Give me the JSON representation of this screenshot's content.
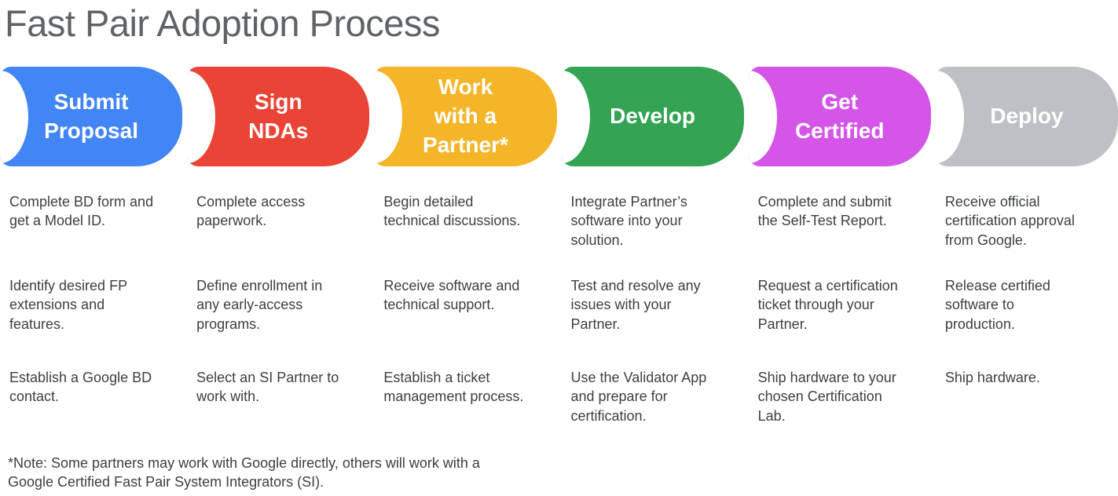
{
  "page": {
    "title": "Fast Pair Adoption Process",
    "note": "*Note: Some partners may work with Google directly, others will work with a\nGoogle Certified Fast Pair System Integrators (SI).",
    "colors": {
      "title_text": "#5F6368",
      "body_text": "#3C4043",
      "background": "#FFFFFF"
    }
  },
  "steps": [
    {
      "label": "Submit\nProposal",
      "color": "#4285F4",
      "details": [
        "Complete BD form and\nget a Model ID.",
        "Identify desired FP\nextensions and\nfeatures.",
        "Establish a Google BD\ncontact."
      ]
    },
    {
      "label": "Sign\nNDAs",
      "color": "#E94435",
      "details": [
        "Complete access\npaperwork.",
        "Define enrollment in\nany early-access\nprograms.",
        "Select an SI Partner to\nwork with."
      ]
    },
    {
      "label": "Work\nwith a\nPartner*",
      "color": "#F4B528",
      "details": [
        "Begin detailed\ntechnical discussions.",
        "Receive software and\ntechnical support.",
        "Establish a ticket\nmanagement process."
      ]
    },
    {
      "label": "Develop",
      "color": "#34A353",
      "details": [
        "Integrate Partner’s\nsoftware into your\nsolution.",
        "Test and resolve any\nissues with your\nPartner.",
        "Use the Validator App\nand prepare for\ncertification."
      ]
    },
    {
      "label": "Get\nCertified",
      "color": "#D455E8",
      "details": [
        "Complete and submit\nthe Self-Test Report.",
        "Request a certification\nticket through your\nPartner.",
        "Ship hardware to your\nchosen Certification\nLab."
      ]
    },
    {
      "label": "Deploy",
      "color": "#BDC1C6",
      "details": [
        "Receive official\ncertification approval\nfrom Google.",
        "Release certified\nsoftware to\nproduction.",
        "Ship hardware."
      ]
    }
  ]
}
